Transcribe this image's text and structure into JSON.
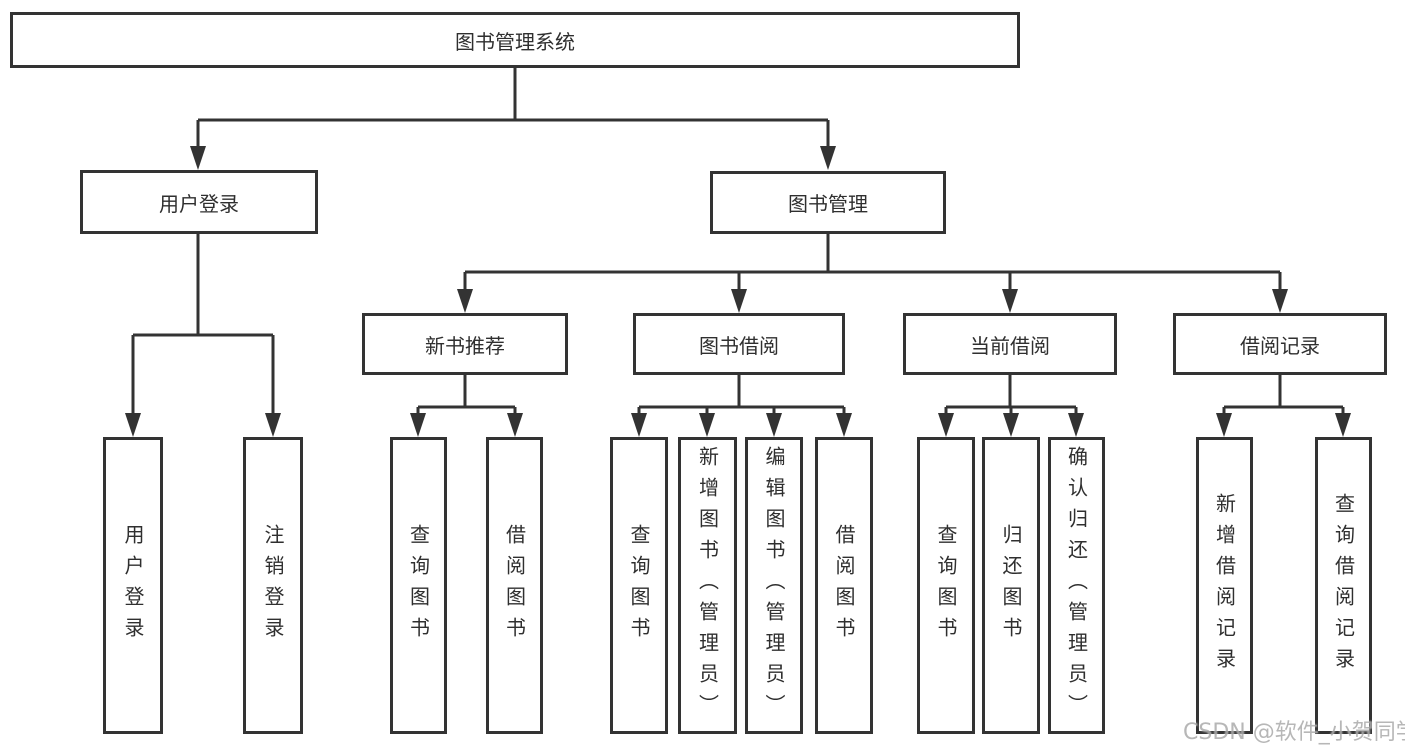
{
  "diagram": {
    "root": {
      "label": "图书管理系统"
    },
    "branches": [
      {
        "label": "用户登录",
        "children": [
          {
            "label": "用户登录"
          },
          {
            "label": "注销登录"
          }
        ]
      },
      {
        "label": "图书管理",
        "children": [
          {
            "label": "新书推荐",
            "children": [
              {
                "label": "查询图书"
              },
              {
                "label": "借阅图书"
              }
            ]
          },
          {
            "label": "图书借阅",
            "children": [
              {
                "label": "查询图书"
              },
              {
                "label": "新增图书（管理员）"
              },
              {
                "label": "编辑图书（管理员）"
              },
              {
                "label": "借阅图书"
              }
            ]
          },
          {
            "label": "当前借阅",
            "children": [
              {
                "label": "查询图书"
              },
              {
                "label": "归还图书"
              },
              {
                "label": "确认归还（管理员）"
              }
            ]
          },
          {
            "label": "借阅记录",
            "children": [
              {
                "label": "新增借阅记录"
              },
              {
                "label": "查询借阅记录"
              }
            ]
          }
        ]
      }
    ]
  },
  "watermark": {
    "text": "CSDN @软件_小贺同学"
  },
  "colors": {
    "line": "#333333",
    "text": "#2f2f2f",
    "watermark": "#ababab",
    "background": "#ffffff"
  }
}
